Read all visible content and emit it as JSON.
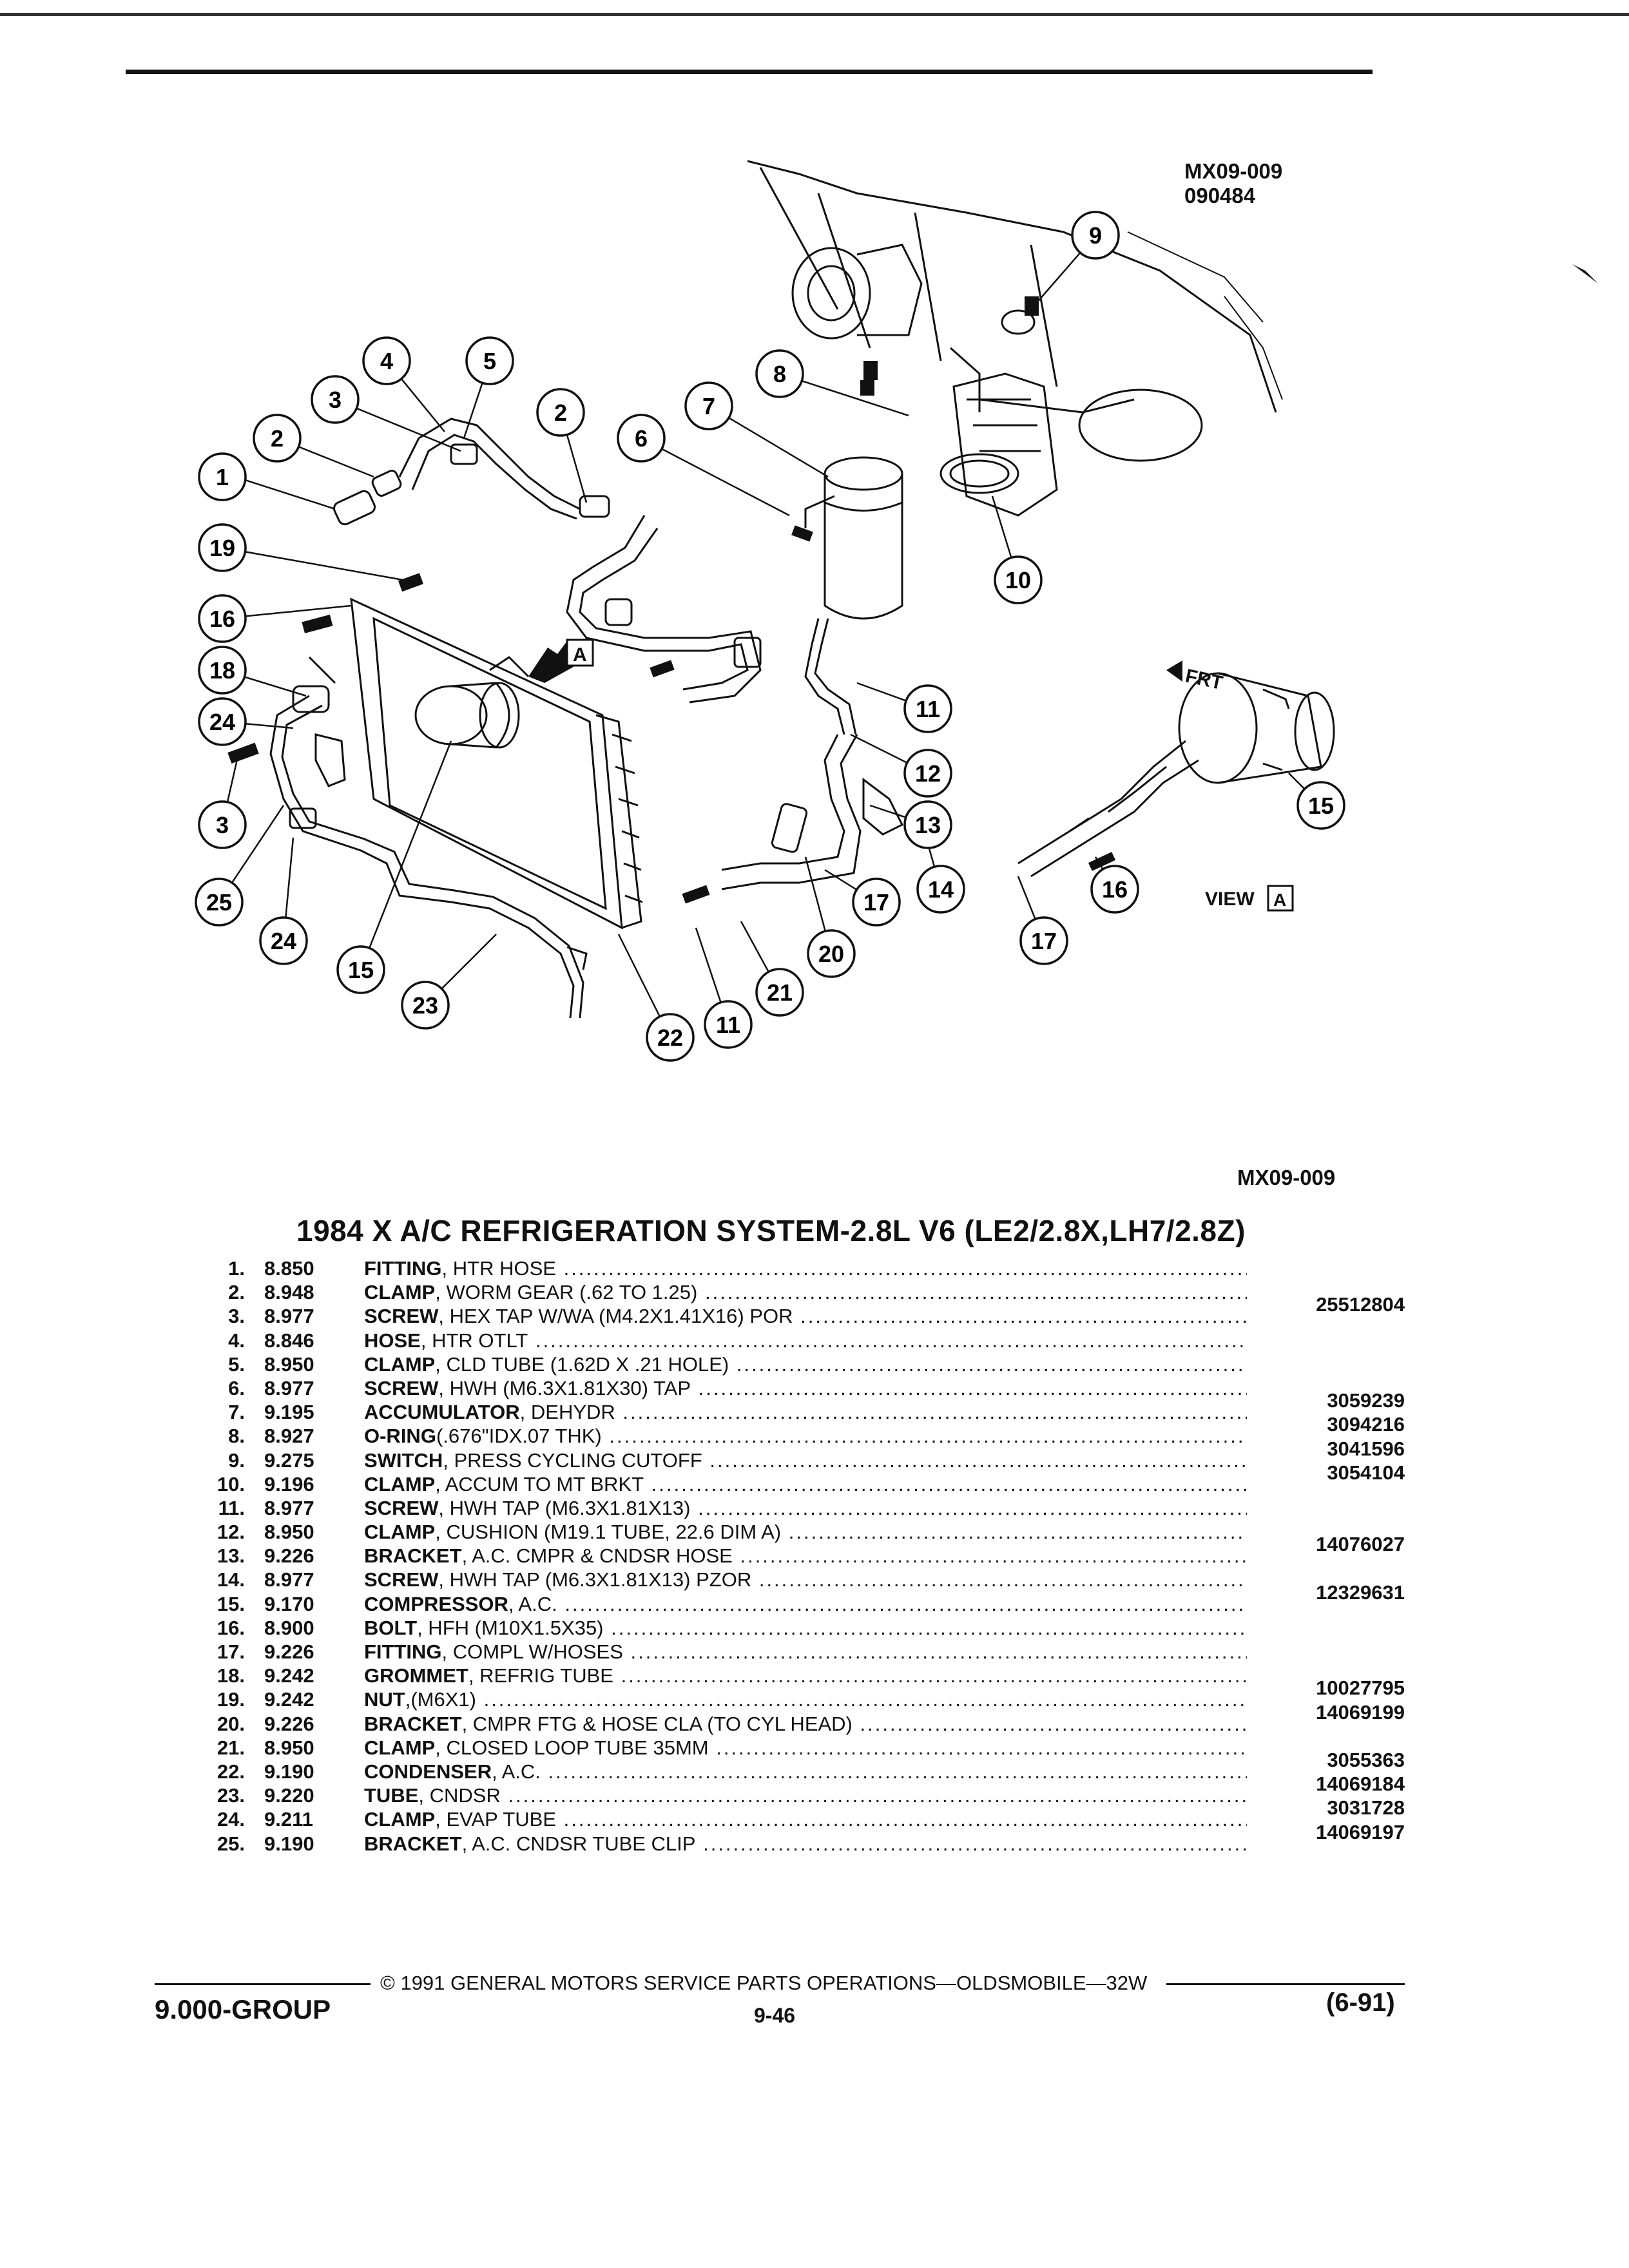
{
  "drawing_id_top": "MX09-009",
  "drawing_date": "090484",
  "drawing_id_bottom": "MX09-009",
  "view_label": "VIEW",
  "view_letter": "A",
  "front_label": "FRT",
  "callouts": [
    "1",
    "2",
    "3",
    "4",
    "5",
    "2",
    "6",
    "7",
    "8",
    "9",
    "10",
    "19",
    "16",
    "18",
    "24",
    "3",
    "25",
    "24",
    "15",
    "23",
    "22",
    "11",
    "21",
    "20",
    "17",
    "14",
    "13",
    "12",
    "11",
    "15",
    "16",
    "17"
  ],
  "title": "1984 X A/C REFRIGERATION SYSTEM-2.8L V6 (LE2/2.8X,LH7/2.8Z)",
  "parts": [
    {
      "no": "1.",
      "group": "8.850",
      "name": "FITTING",
      "desc": ", HTR HOSE",
      "part": ""
    },
    {
      "no": "2.",
      "group": "8.948",
      "name": "CLAMP",
      "desc": ", WORM GEAR (.62 TO 1.25)",
      "part": ""
    },
    {
      "no": "3.",
      "group": "8.977",
      "name": "SCREW",
      "desc": ", HEX TAP W/WA (M4.2X1.41X16) POR",
      "part": "25512804"
    },
    {
      "no": "4.",
      "group": "8.846",
      "name": "HOSE",
      "desc": ", HTR OTLT",
      "part": ""
    },
    {
      "no": "5.",
      "group": "8.950",
      "name": "CLAMP",
      "desc": ", CLD TUBE (1.62D X .21 HOLE)",
      "part": ""
    },
    {
      "no": "6.",
      "group": "8.977",
      "name": "SCREW",
      "desc": ", HWH (M6.3X1.81X30) TAP",
      "part": ""
    },
    {
      "no": "7.",
      "group": "9.195",
      "name": "ACCUMULATOR",
      "desc": ", DEHYDR",
      "part": "3059239"
    },
    {
      "no": "8.",
      "group": "8.927",
      "name": "O-RING",
      "desc": "(.676\"IDX.07 THK)",
      "part": "3094216"
    },
    {
      "no": "9.",
      "group": "9.275",
      "name": "SWITCH",
      "desc": ", PRESS CYCLING CUTOFF",
      "part": "3041596"
    },
    {
      "no": "10.",
      "group": "9.196",
      "name": "CLAMP",
      "desc": ", ACCUM TO MT BRKT",
      "part": "3054104"
    },
    {
      "no": "11.",
      "group": "8.977",
      "name": "SCREW",
      "desc": ", HWH TAP (M6.3X1.81X13)",
      "part": ""
    },
    {
      "no": "12.",
      "group": "8.950",
      "name": "CLAMP",
      "desc": ", CUSHION (M19.1 TUBE, 22.6 DIM A)",
      "part": ""
    },
    {
      "no": "13.",
      "group": "9.226",
      "name": "BRACKET",
      "desc": ", A.C. CMPR & CNDSR HOSE",
      "part": "14076027"
    },
    {
      "no": "14.",
      "group": "8.977",
      "name": "SCREW",
      "desc": ", HWH TAP (M6.3X1.81X13) PZOR",
      "part": ""
    },
    {
      "no": "15.",
      "group": "9.170",
      "name": "COMPRESSOR",
      "desc": ", A.C.",
      "part": "12329631"
    },
    {
      "no": "16.",
      "group": "8.900",
      "name": "BOLT",
      "desc": ", HFH (M10X1.5X35)",
      "part": ""
    },
    {
      "no": "17.",
      "group": "9.226",
      "name": "FITTING",
      "desc": ", COMPL W/HOSES",
      "part": ""
    },
    {
      "no": "18.",
      "group": "9.242",
      "name": "GROMMET",
      "desc": ", REFRIG TUBE",
      "part": ""
    },
    {
      "no": "19.",
      "group": "9.242",
      "name": "NUT",
      "desc": ",(M6X1)",
      "part": "10027795"
    },
    {
      "no": "20.",
      "group": "9.226",
      "name": "BRACKET",
      "desc": ", CMPR FTG & HOSE CLA (TO CYL HEAD)",
      "part": "14069199"
    },
    {
      "no": "21.",
      "group": "8.950",
      "name": "CLAMP",
      "desc": ", CLOSED LOOP TUBE 35MM",
      "part": ""
    },
    {
      "no": "22.",
      "group": "9.190",
      "name": "CONDENSER",
      "desc": ", A.C.",
      "part": "3055363"
    },
    {
      "no": "23.",
      "group": "9.220",
      "name": "TUBE",
      "desc": ", CNDSR",
      "part": "14069184"
    },
    {
      "no": "24.",
      "group": "9.211",
      "name": "CLAMP",
      "desc": ", EVAP TUBE",
      "part": "3031728"
    },
    {
      "no": "25.",
      "group": "9.190",
      "name": "BRACKET",
      "desc": ", A.C. CNDSR TUBE CLIP",
      "part": "14069197"
    }
  ],
  "footer": {
    "copyright": "© 1991 GENERAL MOTORS SERVICE PARTS OPERATIONS—OLDSMOBILE—32W",
    "group": "9.000-GROUP",
    "page": "9-46",
    "date": "(6-91)"
  }
}
